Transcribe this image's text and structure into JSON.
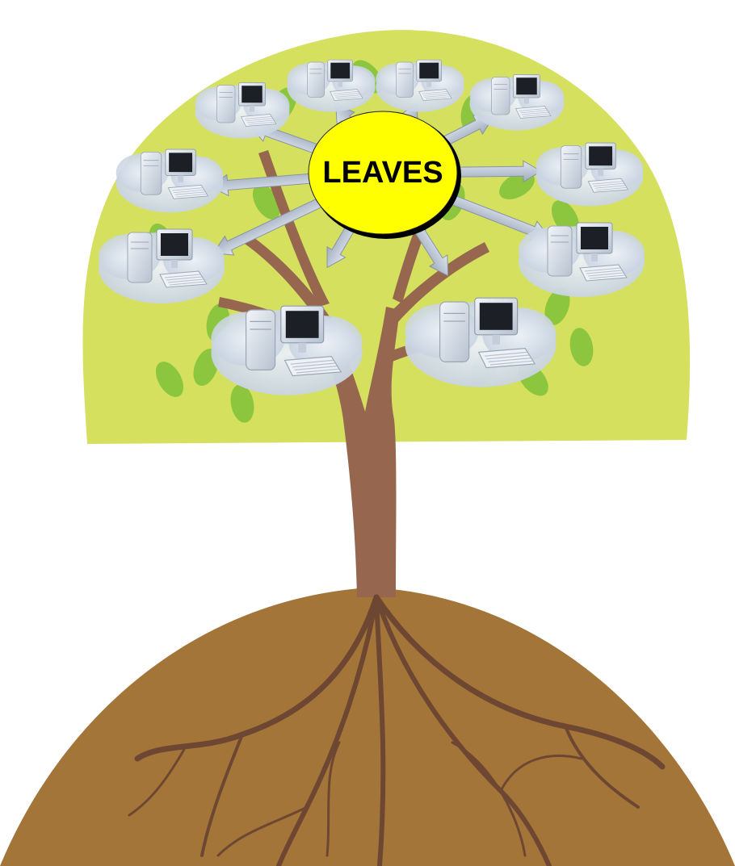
{
  "hub": {
    "label": "LEAVES"
  },
  "colors": {
    "canopy": "#d4e05e",
    "leaf": "#8cc63f",
    "trunk": "#96674e",
    "ground": "#a47539",
    "roots": "#6e4733",
    "hub_fill": "#ffff00",
    "hub_stroke": "#000000",
    "arrow": "#b9c4d4",
    "cloud": "#e4ebf3"
  },
  "icons": {
    "computer": "computer-icon",
    "arrow": "arrow-icon"
  },
  "network_nodes": [
    {
      "name": "node-top-left-1"
    },
    {
      "name": "node-top-left-2"
    },
    {
      "name": "node-top-center"
    },
    {
      "name": "node-top-right-1"
    },
    {
      "name": "node-top-right-2"
    },
    {
      "name": "node-right"
    },
    {
      "name": "node-right-lower"
    },
    {
      "name": "node-bottom-right"
    },
    {
      "name": "node-bottom-left"
    },
    {
      "name": "node-left-lower"
    },
    {
      "name": "node-left"
    }
  ]
}
